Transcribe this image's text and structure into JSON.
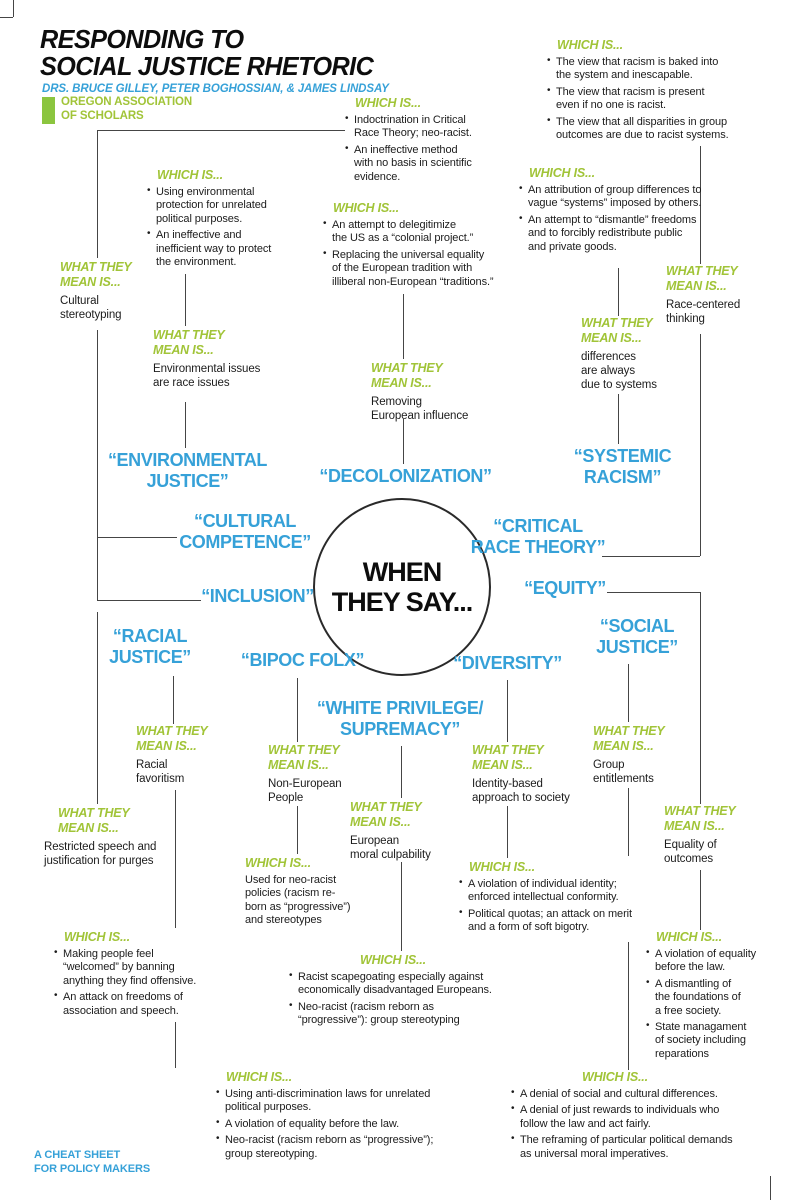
{
  "colors": {
    "blue": "#36a1d8",
    "green": "#a1c438",
    "green2": "#8bc53f",
    "ink": "#1c1c1c",
    "line": "#454545"
  },
  "header": {
    "title": "RESPONDING TO\nSOCIAL JUSTICE RHETORIC",
    "authors": "DRS. BRUCE GILLEY, PETER BOGHOSSIAN, & JAMES LINDSAY",
    "org": "OREGON ASSOCIATION\nOF SCHOLARS"
  },
  "labels": {
    "which_is": "WHICH IS...",
    "what_they_mean": "WHAT THEY\nMEAN IS..."
  },
  "center": {
    "line1": "WHEN",
    "line2": "THEY SAY..."
  },
  "terms": {
    "environmental_justice": "“ENVIRONMENTAL\nJUSTICE”",
    "decolonization": "“DECOLONIZATION”",
    "systemic_racism": "“SYSTEMIC\nRACISM”",
    "cultural_competence": "“CULTURAL\nCOMPETENCE”",
    "critical_race_theory": "“CRITICAL\nRACE THEORY”",
    "inclusion": "“INCLUSION”",
    "equity": "“EQUITY”",
    "racial_justice": "“RACIAL\nJUSTICE”",
    "social_justice": "“SOCIAL\nJUSTICE”",
    "bipoc_folx": "“BIPOC FOLX”",
    "diversity": "“DIVERSITY”",
    "white_privilege": "“WHITE PRIVILEGE/\nSUPREMACY”"
  },
  "means": {
    "cultural": "Cultural\nstereotyping",
    "environmental": "Environmental issues\nare race issues",
    "decolonization": "Removing\nEuropean influence",
    "race_centered": "Race-centered\nthinking",
    "differences": "differences\nare always\ndue to systems",
    "racial_favoritism": "Racial\nfavoritism",
    "restricted_speech": "Restricted speech and\njustification for purges",
    "non_european": "Non-European\nPeople",
    "european_culpability": "European\nmoral culpability",
    "identity_based": "Identity-based\napproach to society",
    "group_entitlements": "Group\nentitlements",
    "equality_outcomes": "Equality of\noutcomes"
  },
  "which": {
    "systemic_racism": {
      "bullets": [
        "The view that racism is baked into\nthe system and inescapable.",
        "The view that racism is present\neven if no one is racist.",
        "The view that all disparities in group\noutcomes are due to racist systems."
      ]
    },
    "cultural_competence": {
      "bullets": [
        "Indoctrination in Critical\nRace Theory; neo-racist.",
        "An ineffective method\nwith no basis in scientific\nevidence."
      ]
    },
    "environmental_justice": {
      "bullets": [
        "Using environmental\nprotection for unrelated\npolitical purposes.",
        "An ineffective and\ninefficient way to protect\nthe environment."
      ]
    },
    "decolonization": {
      "bullets": [
        "An attempt to delegitimize\nthe US as a “colonial project.”",
        "Replacing the universal equality\nof the European tradition with\nilliberal non-European “traditions.”"
      ]
    },
    "critical_race_theory": {
      "bullets": [
        "An attribution of group differences to\nvague “systems” imposed by others.",
        "An attempt to “dismantle” freedoms\nand to forcibly redistribute public\nand private goods."
      ]
    },
    "bipoc_folx": {
      "text": "Used for neo-racist\npolicies (racism re-\nborn as “progressive”)\nand stereotypes"
    },
    "diversity": {
      "bullets": [
        "A violation of individual identity;\nenforced intellectual conformity.",
        "Political quotas; an attack on merit\nand a form of soft bigotry."
      ]
    },
    "inclusion": {
      "bullets": [
        "Making people feel\n“welcomed” by banning\nanything they find offensive.",
        "An attack on freedoms of\nassociation and speech."
      ]
    },
    "equity": {
      "bullets": [
        "A violation of equality\nbefore the law.",
        "A dismantling of\nthe foundations of\na free society.",
        "State managament\nof society including\nreparations"
      ]
    },
    "white_privilege": {
      "bullets": [
        "Racist scapegoating especially against\neconomically disadvantaged Europeans.",
        "Neo-racist (racism reborn as\n“progressive”): group stereotyping"
      ]
    },
    "racial_justice": {
      "bullets": [
        "Using anti-discrimination laws for unrelated\npolitical purposes.",
        "A violation of equality before the law.",
        "Neo-racist (racism reborn as “progressive”);\ngroup stereotyping."
      ]
    },
    "social_justice": {
      "bullets": [
        "A denial of social and cultural differences.",
        "A denial of just rewards to individuals who\nfollow the law and act fairly.",
        "The reframing of particular political demands\nas universal moral imperatives."
      ]
    }
  },
  "footer": {
    "text": "A CHEAT SHEET\nFOR POLICY MAKERS"
  }
}
